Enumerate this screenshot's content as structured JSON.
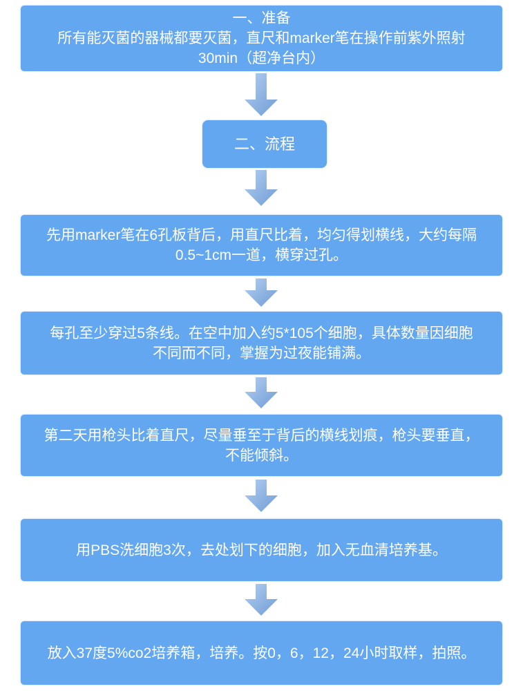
{
  "palette": {
    "background": "#ffffff",
    "box_fill": "#62a7f0",
    "text_color": "#ffffff",
    "arrow_gradient_start": "#b3cff2",
    "arrow_gradient_end": "#6f9cd4"
  },
  "steps": [
    {
      "name": "preparation-header",
      "lines": [
        "一、准备",
        "所有能灭菌的器械都要灭菌，直尺和marker笔在操作前紫外照射",
        "30min（超净台内）"
      ]
    },
    {
      "name": "process-header",
      "lines": [
        "二、流程"
      ]
    },
    {
      "name": "step-draw-grid-lines",
      "lines": [
        "先用marker笔在6孔板背后，用直尺比着，均匀得划横线，大约每隔",
        "0.5~1cm一道，横穿过孔。"
      ]
    },
    {
      "name": "step-seed-cells",
      "lines": [
        "每孔至少穿过5条线。在空中加入约5*105个细胞，具体数量因细胞",
        "不同而不同，掌握为过夜能铺满。"
      ]
    },
    {
      "name": "step-scratch-wound",
      "lines": [
        "第二天用枪头比着直尺，尽量垂至于背后的横线划痕，枪头要垂直，",
        "不能倾斜。"
      ]
    },
    {
      "name": "step-wash-pbs",
      "lines": [
        "用PBS洗细胞3次，去处划下的细胞，加入无血清培养基。"
      ]
    },
    {
      "name": "step-incubate-photograph",
      "lines": [
        "放入37度5%co2培养箱，培养。按0，6，12，24小时取样，拍照。"
      ]
    }
  ]
}
